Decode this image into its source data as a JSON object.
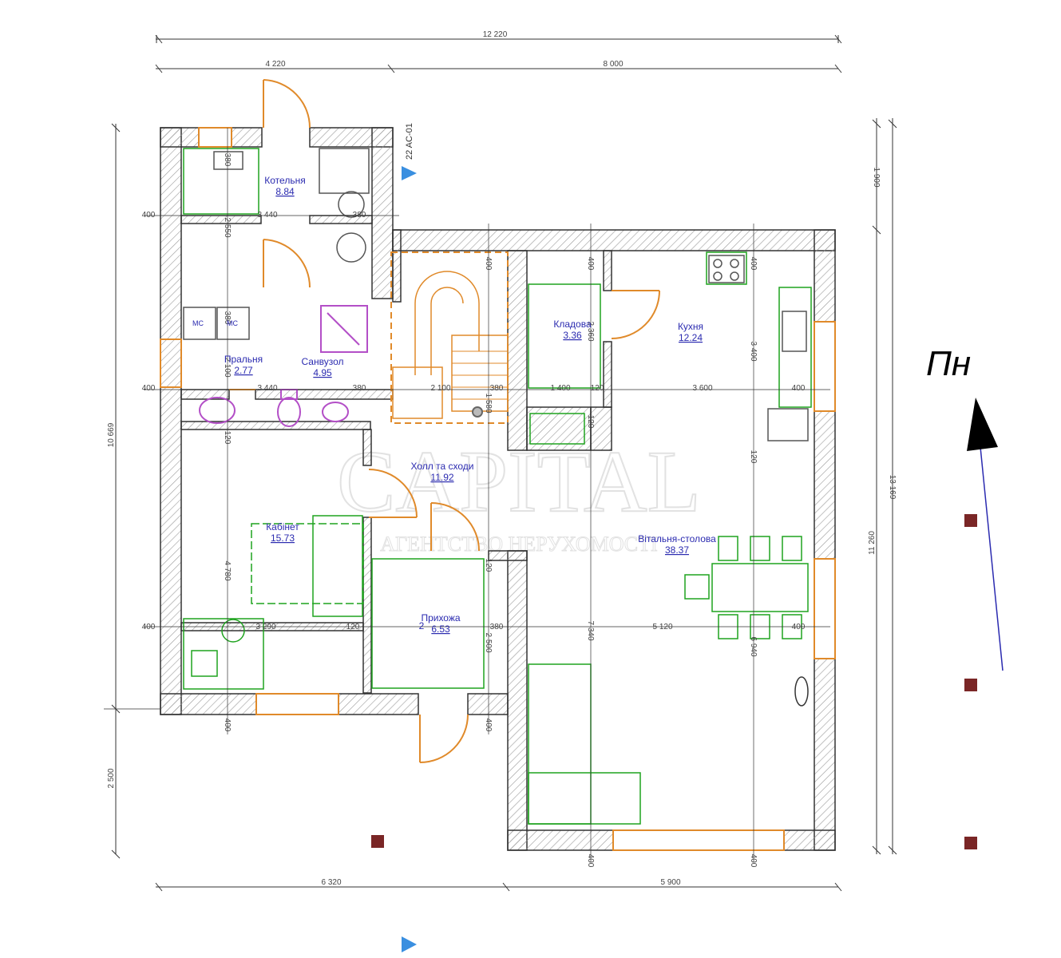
{
  "colors": {
    "wall_hatch": "#9a9a9a",
    "wall_line": "#333333",
    "furniture": "#1fa31f",
    "doors": "#e08a2a",
    "dimension": "#333333",
    "room_text": "#2b2bb0",
    "fixtures": "#b34fc7",
    "marker": "#7a2626",
    "section_marker": "#3a8fe0",
    "north_arrow": "#000000"
  },
  "north": {
    "label": "Пн",
    "icon": "north-arrow-icon"
  },
  "section_label": "22 AC-01",
  "watermark": {
    "main": "CAPITAL",
    "sub": "АГЕНТСТВО НЕРУХОМОСТІ"
  },
  "rooms": [
    {
      "name": "Котельня",
      "area": "8.84"
    },
    {
      "name": "Пральня",
      "area": "2.77"
    },
    {
      "name": "Санвузол",
      "area": "4.95"
    },
    {
      "name": "Кладова",
      "area": "3.36"
    },
    {
      "name": "Кухня",
      "area": "12.24"
    },
    {
      "name": "Холл та сходи",
      "area": "11.92"
    },
    {
      "name": "Кабінет",
      "area": "15.73"
    },
    {
      "name": "Вітальня-столова",
      "area": "38.37"
    },
    {
      "name": "Прихожа",
      "area": "6.53"
    }
  ],
  "dimensions": {
    "top_overall": "12 220",
    "top_left": "4 220",
    "top_right": "8 000",
    "bottom_left": "6 320",
    "bottom_right": "5 900",
    "left_overall": "10 669",
    "left_lower": "2 500",
    "right_inner_top": "1 909",
    "right_inner": "11 260",
    "right_outer": "13 169",
    "wall_400": "400",
    "boiler_width": "3 440",
    "boiler_380": "380",
    "laundry_width": "3 440",
    "laundry_380": "380",
    "stair_width": "2 100",
    "stair_380": "380",
    "pantry_width": "1 400",
    "pantry_120": "120",
    "kitchen_width": "3 600",
    "kitchen_400": "400",
    "study_width": "3 290",
    "study_120": "120",
    "hall_380": "380",
    "living_width": "5 120",
    "living_400": "400",
    "boiler_v_380": "380",
    "boiler_v_2550": "2 550",
    "laundry_v_380": "380",
    "laundry_v_2100": "2 100",
    "hall_v_120": "120",
    "study_v_4780": "4 780",
    "bottom_v_400": "400",
    "stair_v_1580": "1 580",
    "stair_v_400": "400",
    "pantry_v_400": "400",
    "pantry_v_2360": "2 360",
    "pantry_v_120": "120",
    "kitchen_v_400": "400",
    "kitchen_v_3400": "3 400",
    "living_v_120": "120",
    "living_v_6940": "6 940",
    "hall_v_120b": "120",
    "hall_v_2500": "2 500",
    "entry_v_400": "400",
    "living_v_7340": "7 340",
    "bottom_v_400a": "400",
    "bottom_v_400b": "400"
  },
  "labels": {
    "wm1": "MC",
    "wm2": "MC",
    "hall_2": "2"
  }
}
